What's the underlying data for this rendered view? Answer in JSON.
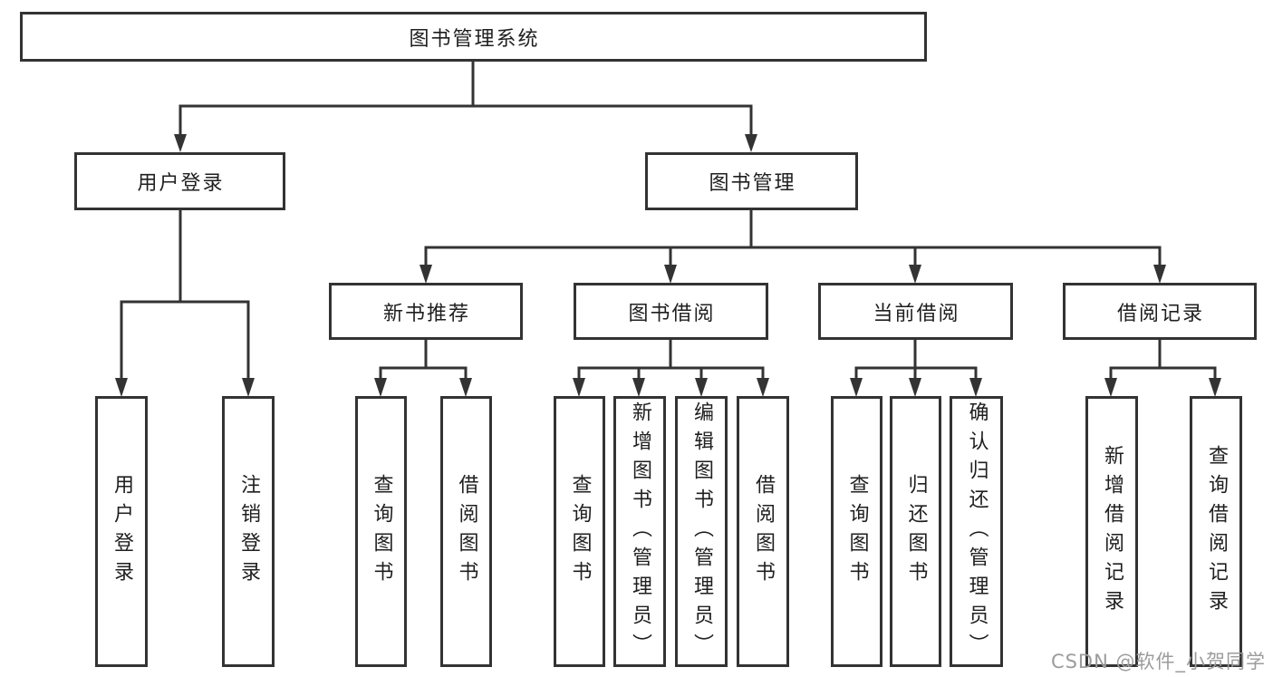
{
  "diagram": {
    "type": "hierarchy-tree",
    "nodes": {
      "root": "图书管理系统",
      "l2": [
        "用户登录",
        "图书管理"
      ],
      "l3": [
        "新书推荐",
        "图书借阅",
        "当前借阅",
        "借阅记录"
      ],
      "leaves": [
        "用户登录",
        "注销登录",
        "查询图书",
        "借阅图书",
        "查询图书",
        "新增图书（管理员）",
        "编辑图书（管理员）",
        "借阅图书",
        "查询图书",
        "归还图书",
        "确认归还（管理员）",
        "新增借阅记录",
        "查询借阅记录"
      ]
    },
    "structure": {
      "图书管理系统": [
        "用户登录",
        "图书管理"
      ],
      "用户登录": [
        "用户登录",
        "注销登录"
      ],
      "图书管理": [
        "新书推荐",
        "图书借阅",
        "当前借阅",
        "借阅记录"
      ],
      "新书推荐": [
        "查询图书",
        "借阅图书"
      ],
      "图书借阅": [
        "查询图书",
        "新增图书（管理员）",
        "编辑图书（管理员）",
        "借阅图书"
      ],
      "当前借阅": [
        "查询图书",
        "归还图书",
        "确认归还（管理员）"
      ],
      "借阅记录": [
        "新增借阅记录",
        "查询借阅记录"
      ]
    },
    "colors": {
      "line": "#333333",
      "text": "#1f1f1f",
      "box_background": "#ffffff",
      "watermark": "#9c9c9c",
      "page_background": "#ffffff"
    }
  },
  "watermark": {
    "text": "CSDN @软件_小贺同学"
  }
}
